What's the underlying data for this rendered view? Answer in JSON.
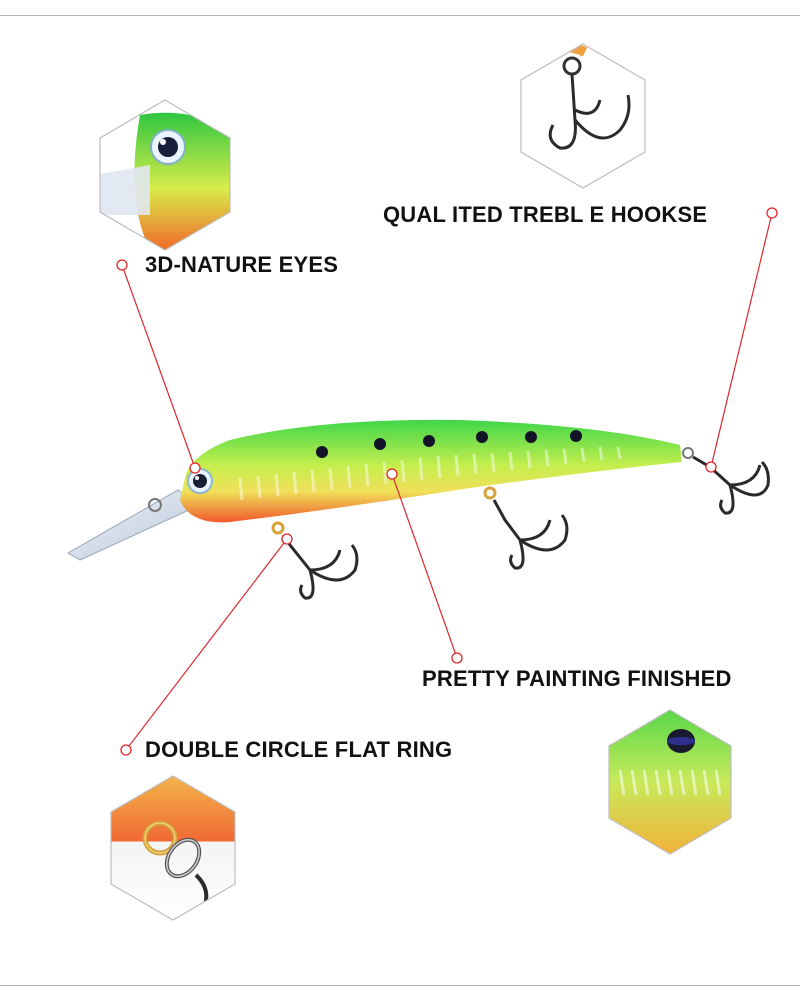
{
  "colors": {
    "callout_line": "#e0262b",
    "body_green": "#3fd64a",
    "body_yellow": "#e6f25a",
    "body_orange": "#f0592a",
    "spot": "#111122",
    "hook_metal": "#2b2b2b",
    "hex_border": "#bdbdbd"
  },
  "labels": {
    "eyes": "3D-NATURE EYES",
    "hooks": "QUAL ITED TREBL E HOOKSE",
    "painting": "PRETTY PAINTING FINISHED",
    "ring": "DOUBLE CIRCLE FLAT RING"
  },
  "detail_photos": [
    {
      "name": "eye-closeup",
      "subject": "lure eye and lip"
    },
    {
      "name": "hook-closeup",
      "subject": "treble hook"
    },
    {
      "name": "paint-closeup",
      "subject": "painted side with spot"
    },
    {
      "name": "ring-closeup",
      "subject": "split ring"
    }
  ]
}
